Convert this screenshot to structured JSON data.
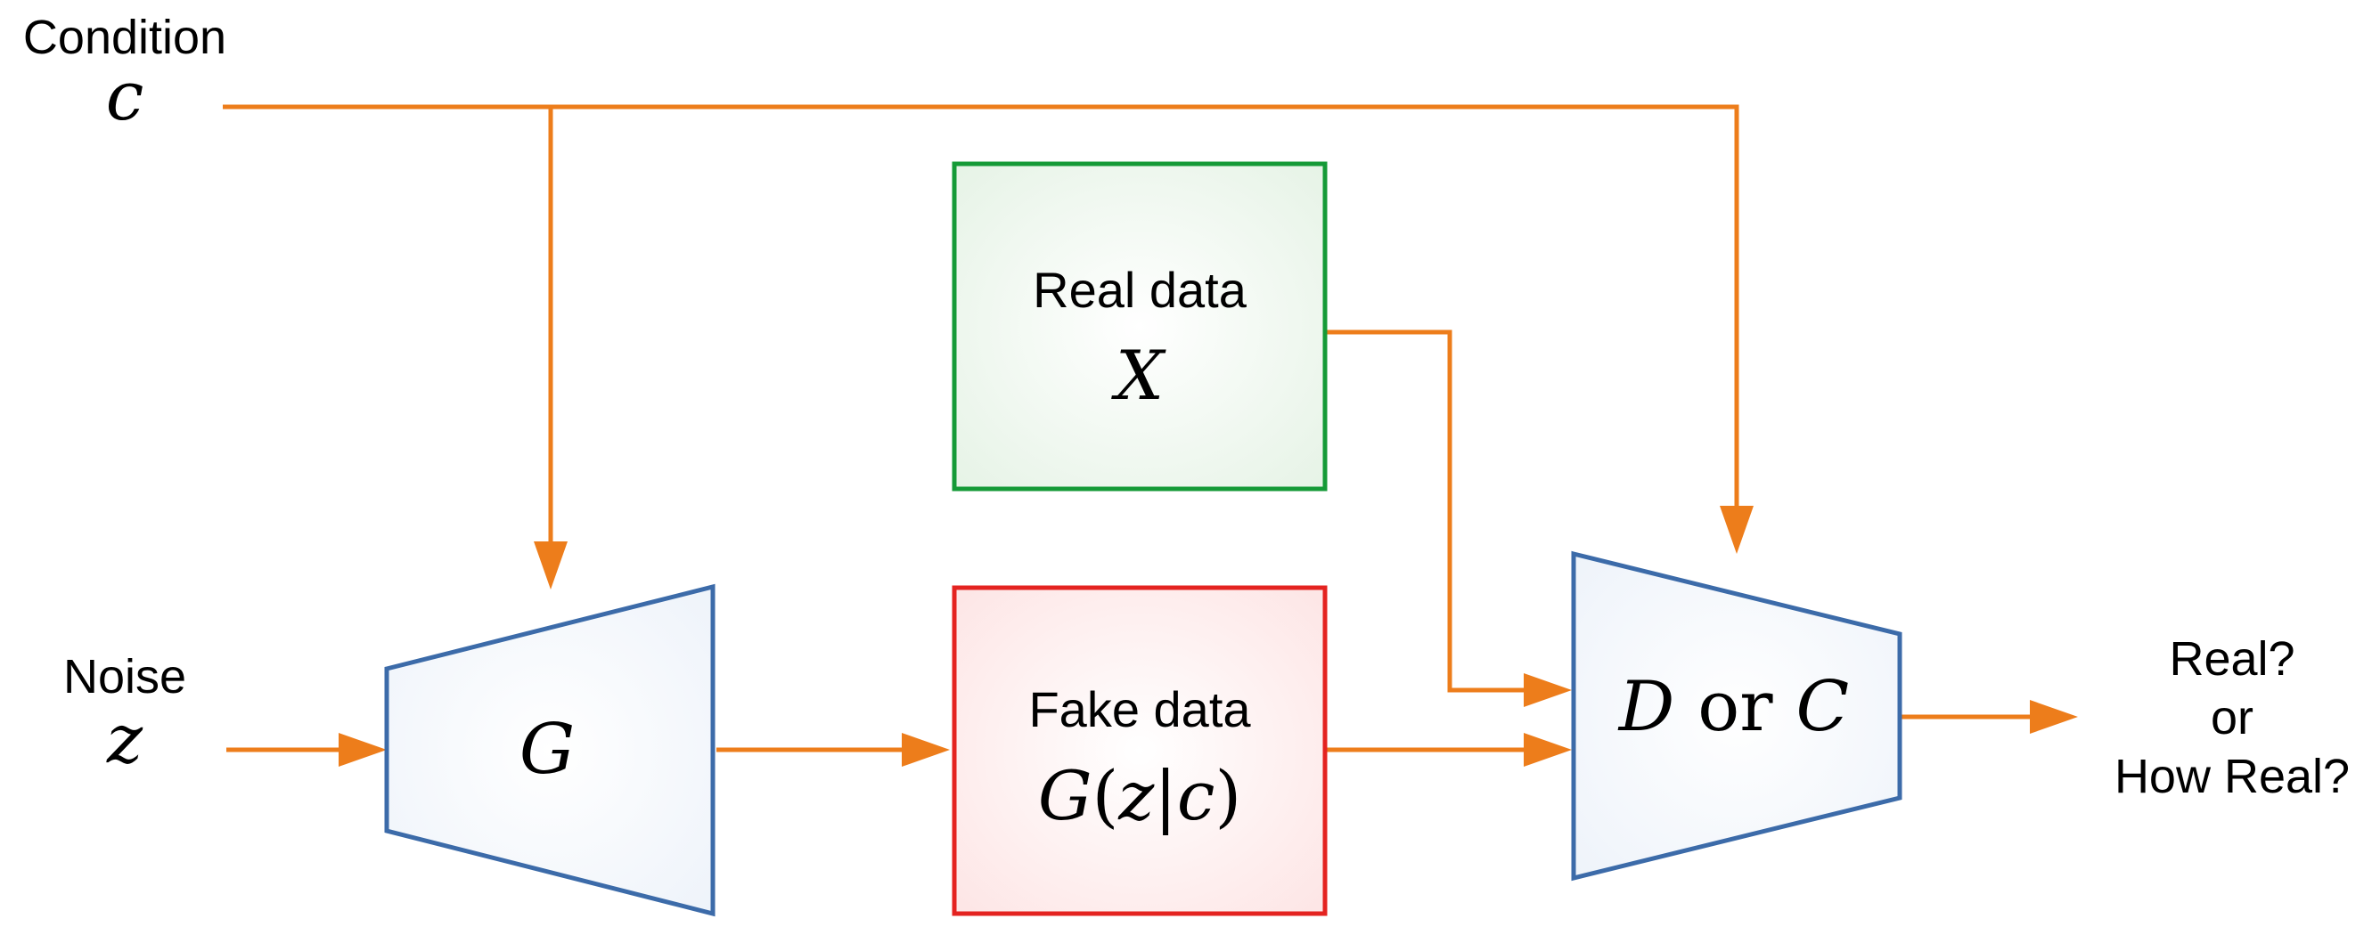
{
  "colors": {
    "arrow": "#ED7D1B",
    "trapezoid_stroke": "#3C6BA9",
    "trapezoid_fill": "#EEF3FA",
    "real_box_stroke": "#159A37",
    "real_box_fill": "#E6F3E6",
    "fake_box_stroke": "#E42320",
    "fake_box_fill": "#FDE5E5"
  },
  "inputs": {
    "condition": {
      "label": "Condition",
      "symbol": "c"
    },
    "noise": {
      "label": "Noise",
      "symbol": "z"
    }
  },
  "generator": {
    "symbol": "G"
  },
  "real_data": {
    "label": "Real data",
    "symbol": "X"
  },
  "fake_data": {
    "label": "Fake data",
    "symbol_g": "G",
    "symbol_open": "(",
    "symbol_z": "z",
    "symbol_bar": "|",
    "symbol_c": "c",
    "symbol_close": ")"
  },
  "discriminator": {
    "symbol_d": "D",
    "symbol_or": "or",
    "symbol_c": "C"
  },
  "output": {
    "line1": "Real?",
    "line2": "or",
    "line3": "How Real?"
  }
}
